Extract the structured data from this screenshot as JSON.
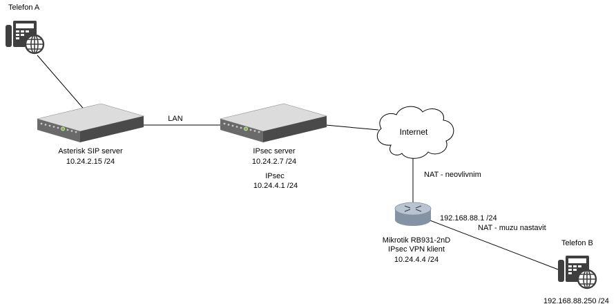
{
  "diagram": {
    "colors": {
      "line": "#000000",
      "device_dark": "#5a5a5a",
      "device_light": "#d0d0d0",
      "led_green": "#7bbf3a",
      "phone_dark": "#3f3f3f",
      "router_top": "#b8c4d2",
      "router_side": "#8592a4"
    },
    "nodes": {
      "telefon_a": {
        "label": "Telefon A",
        "icon": "ip-phone-icon"
      },
      "asterisk": {
        "name": "Asterisk SIP server",
        "ip": "10.24.2.15 /24",
        "icon": "server-icon"
      },
      "ipsec_server": {
        "name": "IPsec server",
        "ip": "10.24.2.7 /24",
        "ipsec_label": "IPsec",
        "ipsec_ip": "10.24.4.1 /24",
        "icon": "server-icon"
      },
      "internet": {
        "label": "Internet",
        "icon": "cloud-icon"
      },
      "mikrotik": {
        "name": "Mikrotik RB931-2nD",
        "role": "IPsec VPN klient",
        "ip": "10.24.4.4 /24",
        "wan_ip": "192.168.88.1 /24",
        "icon": "router-icon"
      },
      "telefon_b": {
        "label": "Telefon B",
        "ip": "192.168.88.250 /24",
        "icon": "ip-phone-icon"
      }
    },
    "links": {
      "lan": "LAN",
      "nat_upstream": "NAT - neovlivnim",
      "nat_downstream": "NAT - muzu nastavit"
    }
  }
}
